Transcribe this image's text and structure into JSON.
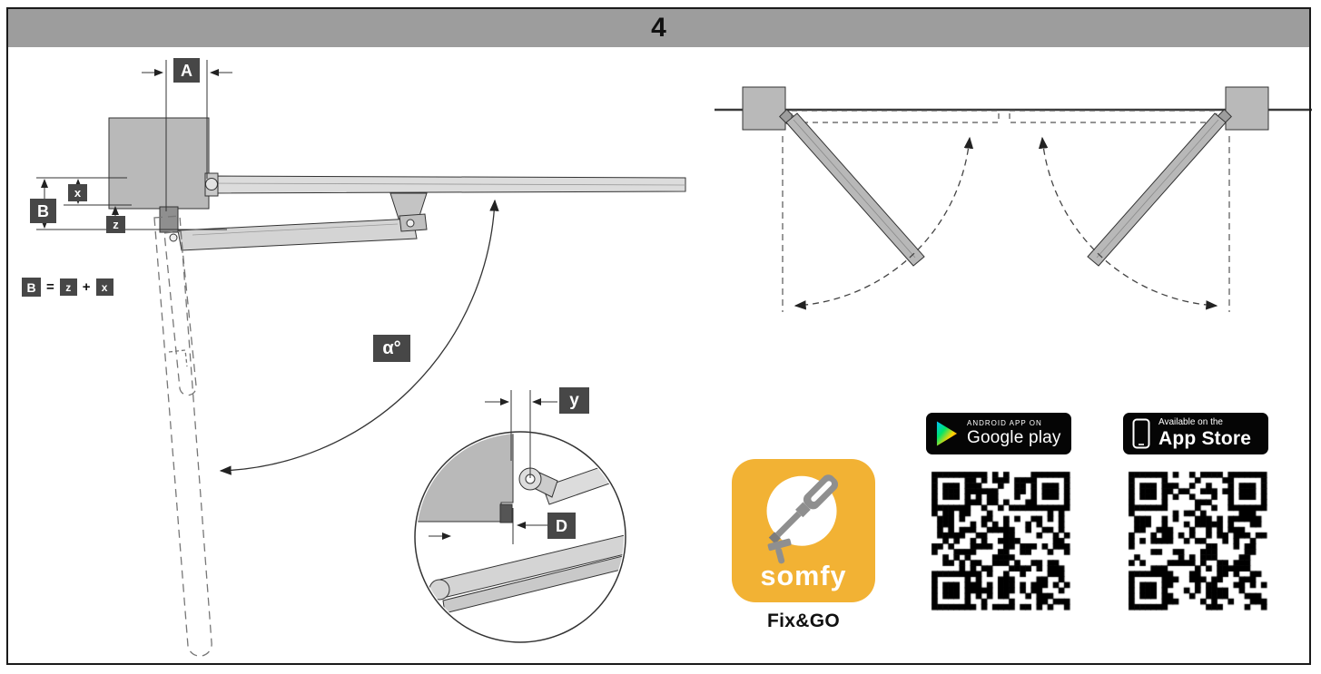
{
  "header": {
    "step": "4"
  },
  "labels": {
    "A": "A",
    "B": "B",
    "x": "x",
    "z": "z",
    "alpha": "α°",
    "y": "y",
    "D": "D",
    "formula": {
      "b": "B",
      "eq": "=",
      "z": "z",
      "plus": "+",
      "x": "x"
    }
  },
  "store_badges": {
    "google_play": {
      "tagline": "ANDROID APP ON",
      "name": "Google play"
    },
    "app_store": {
      "tagline": "Available on the",
      "name": "App Store"
    }
  },
  "app": {
    "brand": "somfy",
    "product": "Fix&GO"
  },
  "colors": {
    "header_gray": "#9d9d9d",
    "label_box": "#474747",
    "somfy_yellow": "#f2b234",
    "badge_black": "#050505"
  }
}
